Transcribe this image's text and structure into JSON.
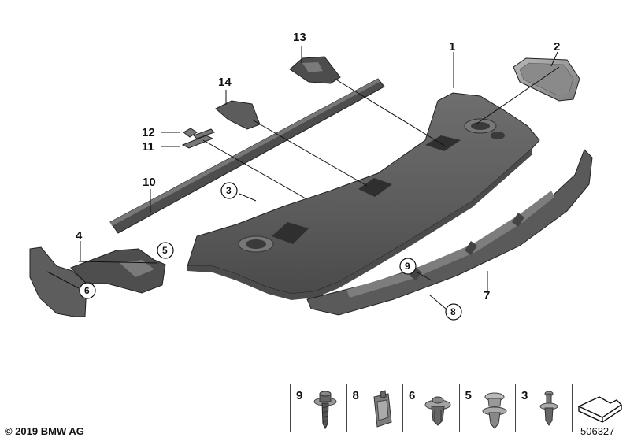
{
  "callouts": {
    "c1": "1",
    "c2": "2",
    "c3": "3",
    "c4": "4",
    "c5": "5",
    "c6": "6",
    "c7": "7",
    "c8": "8",
    "c9": "9",
    "c10": "10",
    "c11": "11",
    "c12": "12",
    "c13": "13",
    "c14": "14"
  },
  "fasteners": [
    {
      "num": "9",
      "icon": "bolt-with-washer-icon"
    },
    {
      "num": "8",
      "icon": "spring-nut-clip-icon"
    },
    {
      "num": "6",
      "icon": "expanding-rivet-icon"
    },
    {
      "num": "5",
      "icon": "push-clip-icon"
    },
    {
      "num": "3",
      "icon": "expanding-rivet-small-icon"
    },
    {
      "num": "",
      "icon": "part-symbol-icon"
    }
  ],
  "footer": {
    "copyright": "© 2019 BMW AG",
    "doc_number": "506327"
  },
  "colors": {
    "part_dark": "#5a5a5a",
    "part_mid": "#707070",
    "part_light": "#9a9a9a",
    "line": "#111111"
  }
}
